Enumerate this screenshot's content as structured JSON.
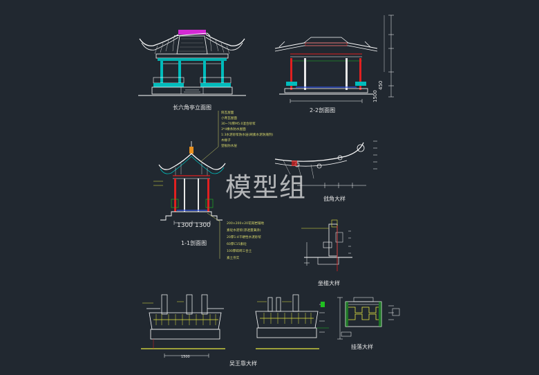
{
  "watermark": "模型组",
  "titles": {
    "elevation": "长六角亭立面图",
    "section22": "2-2剖面图",
    "section11": "1-1剖面图",
    "corner": "戗角大样",
    "seat": "坐槛大样",
    "bench": "吴王靠大样",
    "hanger": "挂落大样"
  },
  "roof_notes": [
    "筒瓦屋面",
    "小青瓦屋面",
    "30~70厚M5.0混合砂浆",
    "3*4橡条防水屋面",
    "1:3水泥砂浆防水层(刷素水泥防潮剂)",
    "木椽子",
    "望板防水层"
  ],
  "base_notes": [
    "200×200×20花岗岩铺地",
    "素砼水泥浆(渗透量满涂)",
    "20厚1:4干硬性水泥砂浆",
    "60厚C15素砼",
    "100厚碎砖三合土",
    "素土夯实"
  ],
  "dims": {
    "half_left": "1300",
    "half_right": "1300",
    "bench_width": "1500",
    "height_a": "1500",
    "height_b": "450"
  },
  "colors": {
    "background": "#212830",
    "roof_outline": "#ffffff",
    "ridge_ornament": "#d42ad4",
    "cyan": "#00bcbc",
    "red": "#e02020",
    "green": "#20c020",
    "yellow": "#e8e840",
    "blue": "#3050e0",
    "orange": "#e89020"
  }
}
